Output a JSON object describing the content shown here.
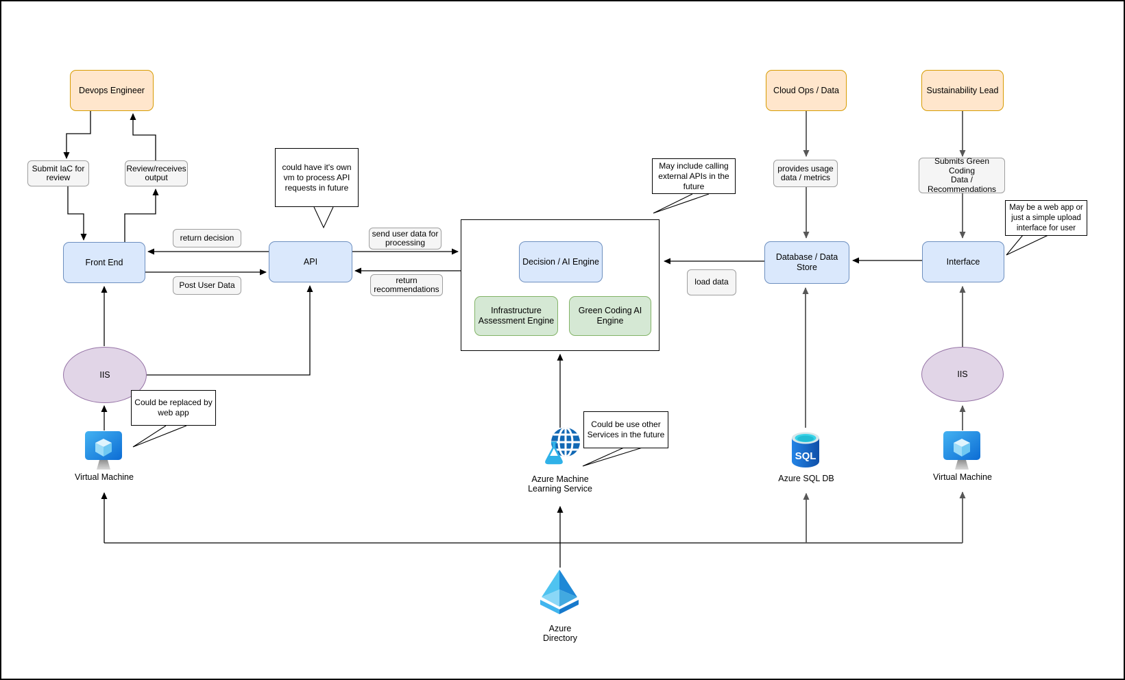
{
  "diagram": {
    "actors": {
      "devops": "Devops Engineer",
      "cloud_ops": "Cloud Ops / Data",
      "sustainability": "Sustainability Lead"
    },
    "processes": {
      "front_end": "Front End",
      "api": "API",
      "decision_engine": "Decision / AI Engine",
      "infra_engine": "Infrastructure\nAssessment Engine",
      "green_engine": "Green Coding AI\nEngine",
      "database": "Database / Data\nStore",
      "interface": "Interface",
      "iis_left": "IIS",
      "iis_right": "IIS"
    },
    "edge_labels": {
      "submit_iac": "Submit IaC for\nreview",
      "review_receives": "Review/receives\noutput",
      "return_decision": "return decision",
      "post_user_data": "Post User Data",
      "send_user_data": "send user data for\nprocessing",
      "return_recommendations": "return\nrecommendations",
      "load_data": "load data",
      "provides_usage": "provides usage\ndata / metrics",
      "submits_green": "Submits Green Coding\nData /\nRecommendations"
    },
    "callouts": {
      "api_vm": "could have it's own\nvm to process API\nrequests in future",
      "external_apis": "May include calling\nexternal APIs in the\nfuture",
      "web_upload": "May be a web app or\njust a simple upload\ninterface for user",
      "replaced_webapp": "Could be replaced by\nweb app",
      "other_services": "Could be use  other\nServices in the future"
    },
    "icons": {
      "vm_left_label": "Virtual Machine",
      "vm_right_label": "Virtual Machine",
      "sql_label": "Azure SQL DB",
      "sql_text": "SQL",
      "aml_label": "Azure Machine\nLearning Service",
      "aad_label": "Azure\nDirectory"
    },
    "colors": {
      "actor_fill": "#FFE6CC",
      "actor_stroke": "#D79B00",
      "process_fill": "#DAE8FC",
      "process_stroke": "#6C8EBF",
      "engine_fill": "#D5E8D4",
      "engine_stroke": "#82B366",
      "iis_fill": "#E1D5E7",
      "iis_stroke": "#9673A6",
      "label_fill": "#F5F5F5",
      "label_stroke": "#999999",
      "azure_blue": "#1168B4",
      "azure_light_blue": "#2FB1E8"
    }
  }
}
